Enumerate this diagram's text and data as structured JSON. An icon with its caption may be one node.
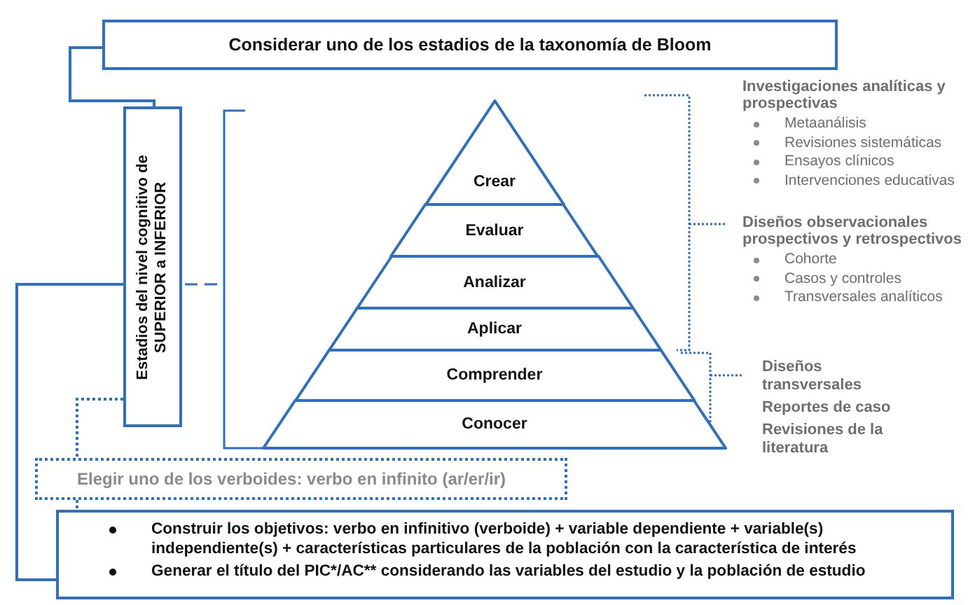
{
  "diagram": {
    "nodes": [
      {
        "text": [
          "Considerar uno de los estadios de la taxonomía de Bloom"
        ]
      },
      {
        "text": [
          "Estadios del nivel cognitivo de SUPERIOR a INFERIOR"
        ]
      },
      {
        "text": [
          "Crear"
        ]
      },
      {
        "text": [
          "Evaluar"
        ]
      },
      {
        "text": [
          "Analizar"
        ]
      },
      {
        "text": [
          "Aplicar"
        ]
      },
      {
        "text": [
          "Comprender"
        ]
      },
      {
        "text": [
          "Conocer"
        ]
      },
      {
        "text": [
          "Investigaciones analíticas y prospectivas",
          "Metaanálisis",
          "Revisiones sistemáticas",
          "Ensayos clínicos",
          "Intervenciones educativas"
        ]
      },
      {
        "text": [
          "Diseños observacionales prospectivos y retrospectivos",
          "Cohorte",
          "Casos y controles",
          "Transversales analíticos"
        ]
      },
      {
        "text": [
          "Diseños transversales",
          "Reportes de caso",
          "Revisiones de la literatura"
        ]
      },
      {
        "text": [
          "Elegir uno de los verboides: verbo en infinito (ar/er/ir)"
        ]
      },
      {
        "text": [
          "Construir los objetivos: verbo en infinitivo (verboide) + variable dependiente + variable(s) independiente(s) + características particulares de la población con la característica de interés",
          "Generar el título del PIC*/AC** considerando las variables del estudio y la población de estudio"
        ]
      }
    ],
    "edges": [
      {
        "from": 0,
        "to": 1,
        "arrow": "none"
      },
      {
        "from": 1,
        "to": 12,
        "arrow": "none"
      },
      {
        "from": 1,
        "to": 11,
        "arrow": "none",
        "style": "dashed"
      },
      {
        "from": 11,
        "to": 12,
        "arrow": "none",
        "style": "dashed"
      }
    ]
  }
}
